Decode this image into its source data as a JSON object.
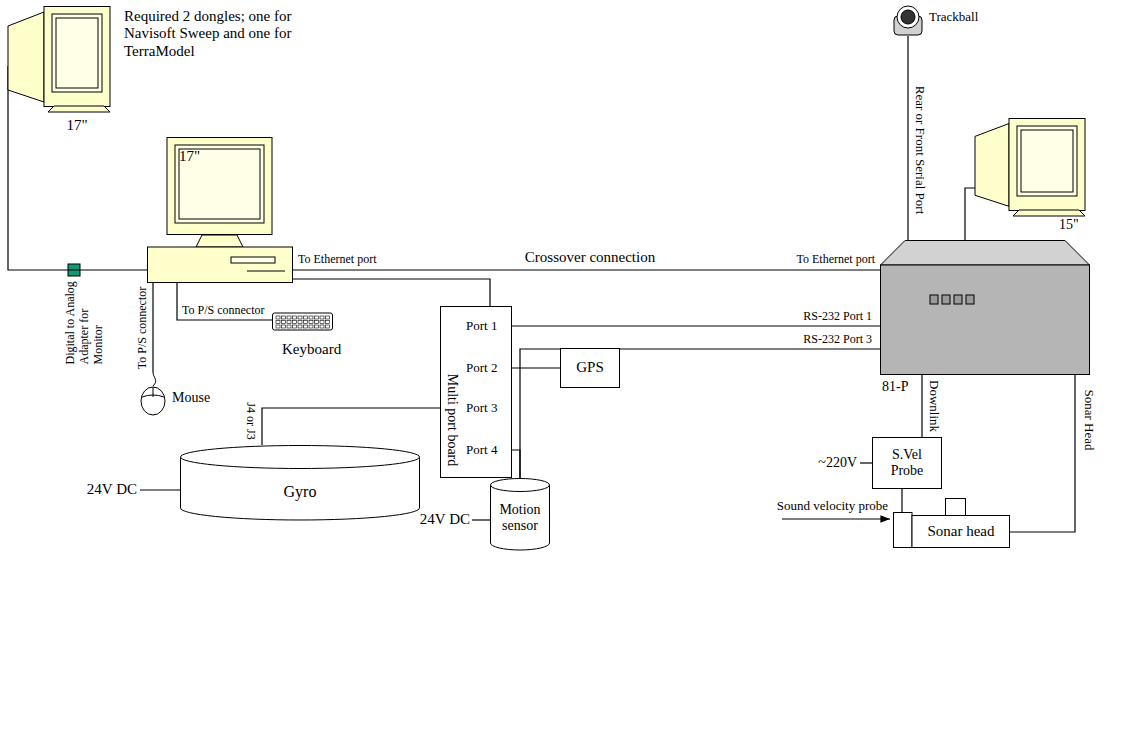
{
  "diagram": {
    "nodes": [
      {
        "text": [
          "17\""
        ]
      },
      {
        "text": [
          "17\""
        ]
      },
      {
        "text": [
          "Trackball"
        ]
      },
      {
        "text": [
          "15\""
        ]
      },
      {
        "text": [
          "81-P"
        ]
      },
      {
        "text": [
          "Keyboard"
        ]
      },
      {
        "text": [
          "Mouse"
        ]
      },
      {
        "text": [
          "Multi port board",
          "Port 1",
          "Port 2",
          "Port 3",
          "Port 4"
        ]
      },
      {
        "text": [
          "GPS"
        ]
      },
      {
        "text": [
          "Gyro"
        ]
      },
      {
        "text": [
          "Motion sensor"
        ]
      },
      {
        "text": [
          "S.Vel Probe"
        ]
      },
      {
        "text": [
          "Sonar head"
        ]
      }
    ],
    "edges": [
      {
        "from": 0,
        "to": 1,
        "arrow": "none"
      },
      {
        "from": 1,
        "to": 4,
        "label": "Crossover connection",
        "arrow": "none"
      },
      {
        "from": 1,
        "to": 5,
        "label": "To P/S connector",
        "arrow": "none"
      },
      {
        "from": 1,
        "to": 6,
        "label": "To P/S connector",
        "arrow": "none"
      },
      {
        "from": 1,
        "to": 7,
        "arrow": "none"
      },
      {
        "from": 7,
        "to": 4,
        "label": "RS-232 Port 1",
        "arrow": "none"
      },
      {
        "from": 7,
        "to": 8,
        "arrow": "none"
      },
      {
        "from": 7,
        "to": 9,
        "label": "J4 or J3",
        "arrow": "none"
      },
      {
        "from": 7,
        "to": 10,
        "arrow": "none"
      },
      {
        "from": 10,
        "to": 4,
        "label": "RS-232 Port 3",
        "arrow": "none"
      },
      {
        "from": 2,
        "to": 4,
        "label": "Rear or Front Serial Port",
        "arrow": "none"
      },
      {
        "from": 3,
        "to": 4,
        "arrow": "none"
      },
      {
        "from": 4,
        "to": 11,
        "label": "Downlink",
        "arrow": "none"
      },
      {
        "from": 4,
        "to": 12,
        "label": "Sonar Head",
        "arrow": "none"
      },
      {
        "from": 11,
        "to": 12,
        "arrow": "none"
      }
    ],
    "labels": [
      "Required 2 dongles; one for Navisoft Sweep and one for TerraModel",
      "To Ethernet port",
      "To Ethernet port",
      "Digital to Analog Adapter for Monitor",
      "24V DC",
      "24V DC",
      "~220V",
      "Sound velocity probe"
    ]
  }
}
